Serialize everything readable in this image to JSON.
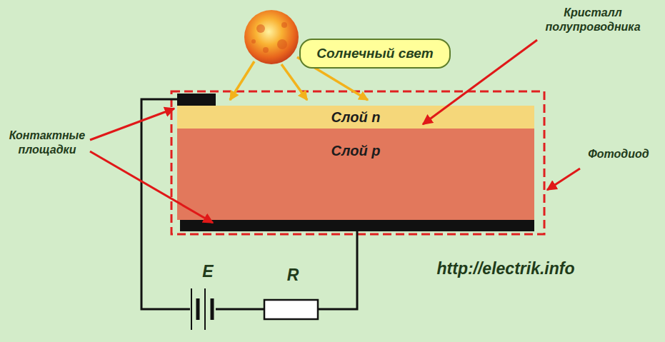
{
  "diagram": {
    "nodes": [
      {
        "text": [
          "Солнечный свет"
        ]
      },
      {
        "text": [
          "Слой n"
        ]
      },
      {
        "text": [
          "Слой p"
        ]
      }
    ],
    "labels": [
      "Кристалл полупроводника",
      "Контактные площадки",
      "Фотодиод",
      "E",
      "R",
      "http://electrik.info"
    ]
  }
}
